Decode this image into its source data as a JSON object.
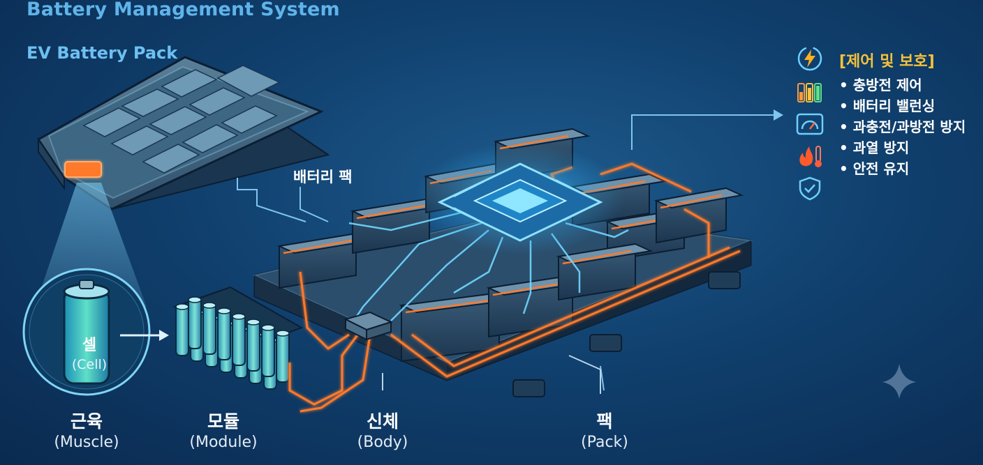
{
  "header": {
    "title": "Battery Management System",
    "subtitle": "EV Battery Pack"
  },
  "diagram": {
    "pack_callout": "배터리 팩",
    "cell": {
      "ko": "셀",
      "en": "(Cell)"
    },
    "stages": [
      {
        "ko": "근육",
        "en": "(Muscle)"
      },
      {
        "ko": "모듈",
        "en": "(Module)"
      },
      {
        "ko": "신체",
        "en": "(Body)"
      },
      {
        "ko": "팩",
        "en": "(Pack)"
      }
    ]
  },
  "panel": {
    "title": "[제어 및 보호]",
    "items": [
      "• 충방전 제어",
      "• 배터리 밸런싱",
      "• 과충전/과방전 방지",
      "• 과열 방지",
      "• 안전 유지"
    ],
    "icons": [
      "lightning-icon",
      "battery-level-icon",
      "gauge-icon",
      "thermometer-fire-icon",
      "shield-check-icon"
    ]
  },
  "colors": {
    "background": "#10406e",
    "title": "#5fb4ea",
    "accent_orange": "#ff7a2a",
    "accent_cyan": "#6fd8ff",
    "panel_title": "#f5c23a"
  }
}
